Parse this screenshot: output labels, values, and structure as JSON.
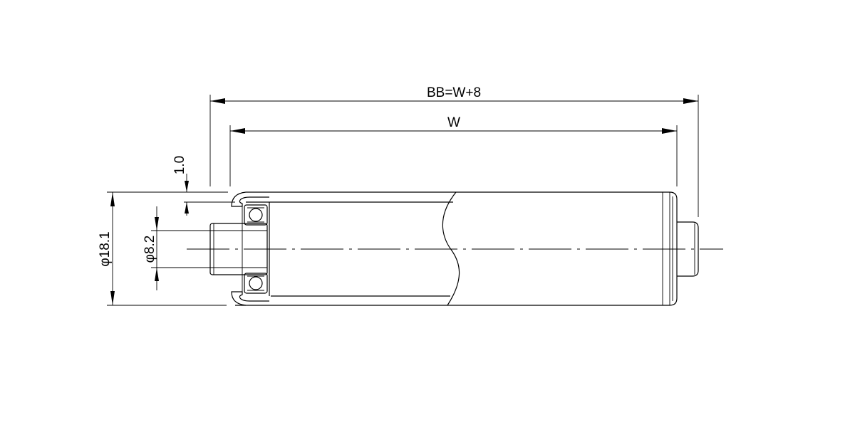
{
  "dimensions": {
    "overall": "BB=W+8",
    "width": "W",
    "wall": "1.0",
    "shaft": "φ8.2",
    "outer": "φ18.1"
  }
}
